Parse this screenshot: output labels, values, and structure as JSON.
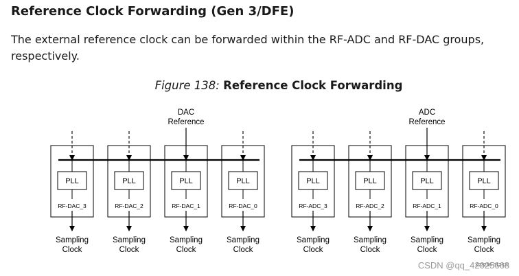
{
  "section": {
    "heading": "Reference Clock Forwarding (Gen 3/DFE)",
    "paragraph": "The external reference clock can be forwarded within the RF-ADC and RF-DAC groups, respectively."
  },
  "figure": {
    "number": "Figure 138:",
    "title": "Reference Clock Forwarding",
    "groups": [
      {
        "reference_label": [
          "DAC",
          "Reference"
        ],
        "tiles": [
          {
            "name": "RF-DAC_3",
            "pll": "PLL",
            "output": [
              "Sampling",
              "Clock"
            ]
          },
          {
            "name": "RF-DAC_2",
            "pll": "PLL",
            "output": [
              "Sampling",
              "Clock"
            ]
          },
          {
            "name": "RF-DAC_1",
            "pll": "PLL",
            "output": [
              "Sampling",
              "Clock"
            ]
          },
          {
            "name": "RF-DAC_0",
            "pll": "PLL",
            "output": [
              "Sampling",
              "Clock"
            ]
          }
        ]
      },
      {
        "reference_label": [
          "ADC",
          "Reference"
        ],
        "tiles": [
          {
            "name": "RF-ADC_3",
            "pll": "PLL",
            "output": [
              "Sampling",
              "Clock"
            ]
          },
          {
            "name": "RF-ADC_2",
            "pll": "PLL",
            "output": [
              "Sampling",
              "Clock"
            ]
          },
          {
            "name": "RF-ADC_1",
            "pll": "PLL",
            "output": [
              "Sampling",
              "Clock"
            ]
          },
          {
            "name": "RF-ADC_0",
            "pll": "PLL",
            "output": [
              "Sampling",
              "Clock"
            ]
          }
        ]
      }
    ],
    "figure_id": "X23256-012321"
  },
  "watermark": "CSDN @qq_42025668"
}
